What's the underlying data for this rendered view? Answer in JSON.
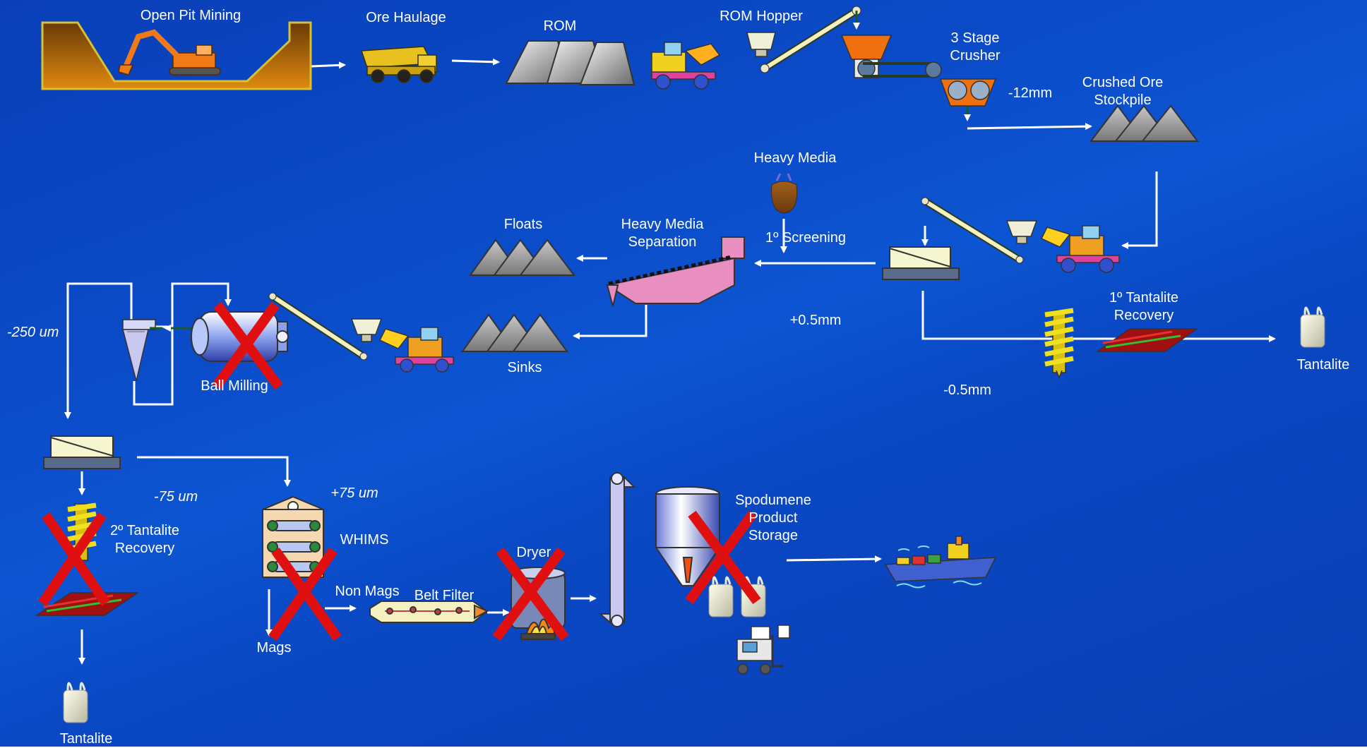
{
  "labels": {
    "open_pit_mining": "Open Pit Mining",
    "ore_haulage": "Ore Haulage",
    "rom": "ROM",
    "rom_hopper": "ROM Hopper",
    "three_stage_crusher": "3 Stage\nCrusher",
    "minus_12mm": "-12mm",
    "crushed_ore_stockpile": "Crushed Ore\nStockpile",
    "heavy_media": "Heavy Media",
    "primary_screening": "1º Screening",
    "heavy_media_separation": "Heavy Media\nSeparation",
    "floats": "Floats",
    "sinks": "Sinks",
    "plus_0_5mm": "+0.5mm",
    "minus_0_5mm": "-0.5mm",
    "primary_tantalite_recovery": "1º Tantalite\nRecovery",
    "tantalite_right": "Tantalite",
    "minus_250um": "-250 um",
    "ball_milling": "Ball Milling",
    "minus_75um": "-75 um",
    "plus_75um": "+75 um",
    "secondary_tantalite_recovery": "2º Tantalite\nRecovery",
    "whims": "WHIMS",
    "non_mags": "Non Mags",
    "mags": "Mags",
    "belt_filter": "Belt Filter",
    "dryer": "Dryer",
    "spodumene_product_storage": "Spodumene\nProduct\nStorage",
    "tantalite_bottom": "Tantalite"
  },
  "colors": {
    "background": "#0b4cc9",
    "arrow": "#ffffff",
    "cross": "#e01010",
    "pit": "#c8780a",
    "stockpile": "#9a9a9a",
    "hopper": "#f07010",
    "hms": "#e88ec0",
    "conveyor": "#f5f0c0"
  },
  "icons": [
    "excavator-icon",
    "haul-truck-icon",
    "front-end-loader-icon",
    "hopper-icon",
    "crusher-icon",
    "screen-deck-icon",
    "spiral-icon",
    "shaking-table-icon",
    "cyclone-icon",
    "ball-mill-icon",
    "whims-icon",
    "belt-filter-icon",
    "dryer-icon",
    "bucket-elevator-icon",
    "silo-icon",
    "bag-icon",
    "forklift-icon",
    "ship-icon",
    "cross-out-icon"
  ]
}
